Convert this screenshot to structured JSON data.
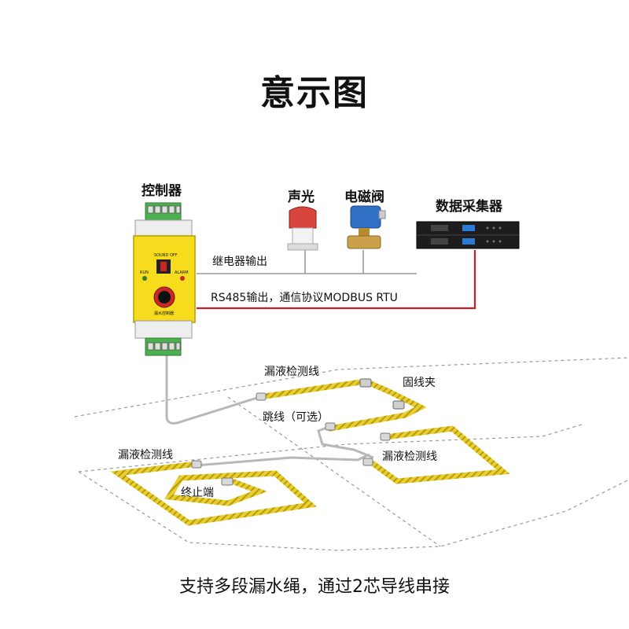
{
  "title": "意示图",
  "nodes": {
    "controller": "控制器",
    "sound_light": "声光",
    "solenoid_valve": "电磁阀",
    "data_collector": "数据采集器"
  },
  "links": {
    "relay_output": "继电器输出",
    "rs485_output": "RS485输出，通信协议MODBUS RTU"
  },
  "controller_panel": {
    "sound_off": "SOUND OFF",
    "run": "RUN",
    "alarm": "ALARM",
    "device_name": "漏水控制器"
  },
  "cable_labels": {
    "sensing_cable_top": "漏液检测线",
    "cable_clamp": "固线夹",
    "jumper_optional": "跳线（可选）",
    "sensing_cable_left": "漏液检测线",
    "sensing_cable_right": "漏液检测线",
    "terminator": "终止端"
  },
  "caption": "支持多段漏水绳，通过2芯导线串接",
  "colors": {
    "controller_body": "#f7dc1e",
    "terminal_green": "#4caf50",
    "rs485_line": "#c0202a",
    "sensing_cable": "#e6c82a",
    "valve_blue": "#2f6fc4",
    "alarm_red": "#d9453c"
  }
}
